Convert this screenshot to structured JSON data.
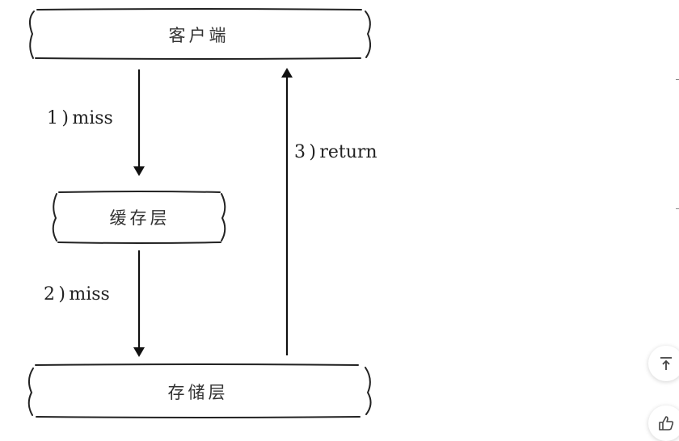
{
  "diagram": {
    "nodes": {
      "client": {
        "label": "客户端"
      },
      "cache": {
        "label": "缓存层"
      },
      "storage": {
        "label": "存储层"
      }
    },
    "edges": [
      {
        "from": "client",
        "to": "cache",
        "label": "1 ) miss"
      },
      {
        "from": "cache",
        "to": "storage",
        "label": "2 ) miss"
      },
      {
        "from": "storage",
        "to": "client",
        "label": "3 ) return"
      }
    ]
  },
  "sidebar": {
    "back_to_top_icon": "arrow-up-to-line-icon",
    "like_icon": "thumbs-up-icon"
  }
}
